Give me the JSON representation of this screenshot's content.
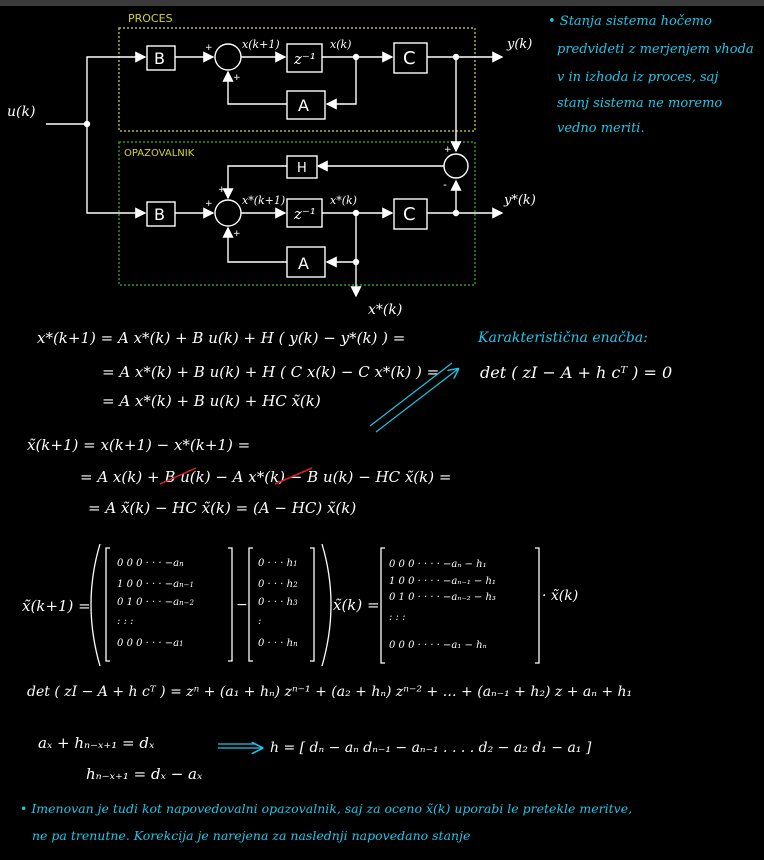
{
  "diagram": {
    "proces": {
      "title": "PROCES",
      "blocks": {
        "b": "B",
        "z": "z⁻¹",
        "c": "C",
        "a": "A"
      },
      "signals": {
        "xk1": "x(k+1)",
        "xk": "x(k)",
        "yk": "y(k)"
      },
      "signs": {
        "sum_left": "+",
        "sum_bottom": "+"
      }
    },
    "opazovalnik": {
      "title": "OPAZOVALNIK",
      "blocks": {
        "b": "B",
        "z": "z⁻¹",
        "c": "C",
        "a": "A",
        "h": "H"
      },
      "signals": {
        "xk1": "x*(k+1)",
        "xk": "x*(k)",
        "yk": "y*(k)",
        "out": "x*(k)"
      },
      "signs": {
        "sum_left": "+",
        "sum_top": "+",
        "sum_bottom": "+",
        "err_top": "+",
        "err_left": "-"
      }
    },
    "input": "u(k)"
  },
  "note_top": [
    "• Stanja sistema hočemo",
    "predvideti z merjenjem vhoda",
    "v in izhoda iz proces, saj",
    "stanj sistema ne moremo",
    "vedno meriti."
  ],
  "equations": {
    "obs1": "x*(k+1) = A x*(k) + B u(k) + H ( y(k) − y*(k) ) =",
    "obs2": "= A x*(k) + B u(k) + H ( C x(k) − C x*(k) ) =",
    "obs3": "= A x*(k) + B u(k) + HC x̃(k)",
    "char_title": "Karakteristična enačba:",
    "char_eq": "det ( zI − A + h cᵀ ) = 0",
    "err1": "x̃(k+1) = x(k+1) − x*(k+1) =",
    "err2a": "= A x(k) +",
    "err2b": "B u(k)",
    "err2c": "− A x*(k) −",
    "err2d": "B u(k)",
    "err2e": "− HC x̃(k) =",
    "err3": "= A x̃(k) − HC x̃(k) = (A − HC) x̃(k)",
    "mat_lhs": "x̃(k+1) =",
    "matA": [
      [
        "0",
        "0",
        "0 · · · −a",
        "n"
      ],
      [
        "1",
        "0",
        "0 · · · −a",
        "n−1"
      ],
      [
        "0",
        "1",
        "0 · · · −a",
        "n−2"
      ],
      [
        ":",
        ":",
        ":",
        ""
      ],
      [
        "0",
        "0",
        "0 · · · −a",
        "1"
      ]
    ],
    "matH": [
      "0 · · · h",
      "0 · · · h",
      "0 · · · h",
      ":",
      "0 · · · h"
    ],
    "matH_sub": [
      "1",
      "2",
      "3",
      "",
      "n"
    ],
    "mat_mid": "x̃(k) =",
    "matR": [
      "0  0  0 · · · · −aₙ − h₁",
      "1  0  0 · · · · −aₙ₋₁ − h₁",
      "0  1  0 · · · · −aₙ₋₂ − h₃",
      ":   :   :",
      "0  0  0 · · · · −a₁ − hₙ"
    ],
    "mat_tail": "· x̃(k)",
    "det_expand": "det ( zI − A + h cᵀ ) = zⁿ + (a₁ + hₙ) zⁿ⁻¹ + (a₂ + hₙ) zⁿ⁻² + … + (aₙ₋₁ + h₂) z + aₙ + h₁",
    "coef1": "aₓ + hₙ₋ₓ₊₁ = dₓ",
    "coef2": "hₙ₋ₓ₊₁ = dₓ − aₓ",
    "h_vec": "h = [ dₙ − aₙ   dₙ₋₁ − aₙ₋₁  . . . .  d₂ − a₂   d₁ − a₁ ]"
  },
  "note_bottom": [
    "• Imenovan je tudi kot napovedovalni opazovalnik, saj za oceno x̃(k) uporabi le pretekle meritve,",
    "ne pa trenutne. Korekcija je narejena za naslednji napovedano stanje"
  ],
  "colors": {
    "proces_box": "#b8b82a",
    "observer_box": "#2a9a2a",
    "blue_ink": "#1ec6e8",
    "red_ink": "#e02020"
  }
}
